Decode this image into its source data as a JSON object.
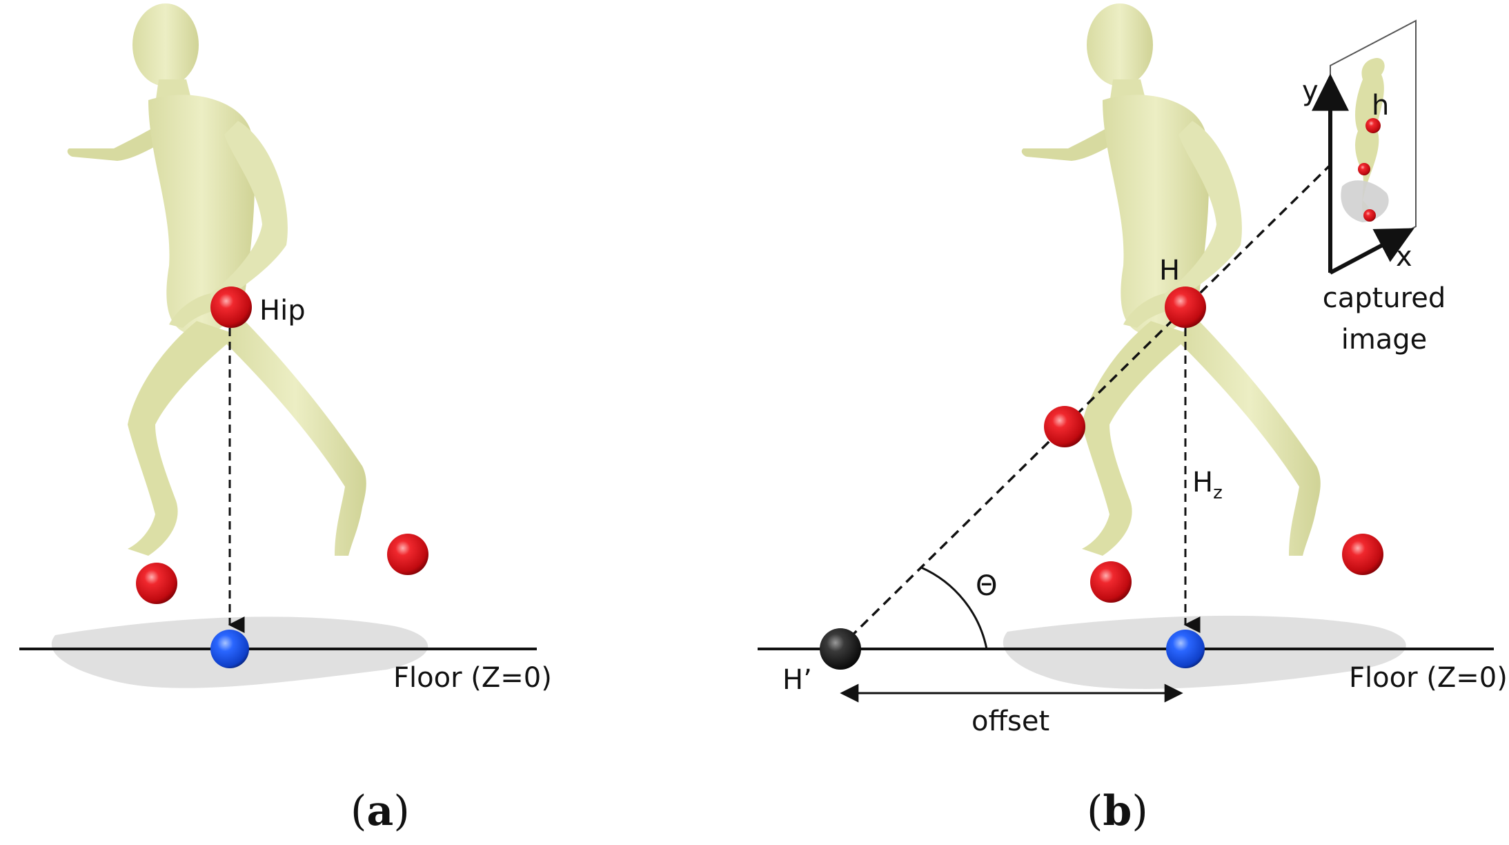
{
  "panel_a": {
    "caption": "(a)",
    "caption_letter": "a",
    "hip_label": "Hip",
    "floor_label": "Floor (Z=0)"
  },
  "panel_b": {
    "caption": "(b)",
    "caption_letter": "b",
    "hip_label": "H",
    "height_label": "H",
    "height_subscript": "z",
    "projection_label": "H’",
    "angle_label": "Θ",
    "offset_label": "offset",
    "floor_label": "Floor (Z=0)",
    "image_point_label": "h",
    "axis_x_label": "x",
    "axis_y_label": "y",
    "captured_line1": "captured",
    "captured_line2": "image"
  },
  "colors": {
    "body": "#e6e8b8",
    "body_shade": "#c9cc92",
    "joint_red": "#e0141a",
    "floor_blue": "#1a55e6",
    "projection_black": "#1c1c1c",
    "shadow": "#d6d6d6",
    "line": "#111111"
  }
}
